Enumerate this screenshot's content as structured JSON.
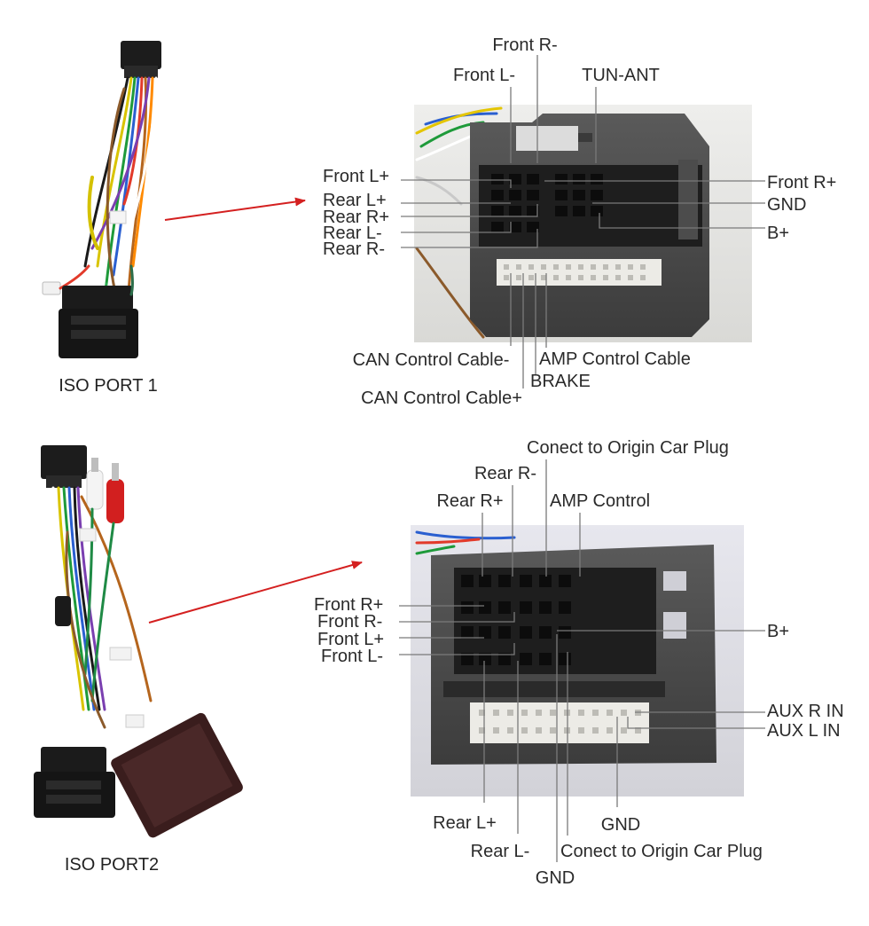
{
  "section_1": {
    "caption": "ISO PORT 1",
    "labels": {
      "front_r_minus": "Front R-",
      "front_l_minus": "Front L-",
      "tun_ant": "TUN-ANT",
      "front_l_plus": "Front L+",
      "rear_l_plus": "Rear L+",
      "rear_r_plus": "Rear R+",
      "rear_l_minus": "Rear L-",
      "rear_r_minus": "Rear R-",
      "front_r_plus": "Front R+",
      "gnd": "GND",
      "b_plus": "B+",
      "can_control_cable_minus": "CAN Control Cable-",
      "amp_control_cable": "AMP Control Cable",
      "brake": "BRAKE",
      "can_control_cable_plus": "CAN Control Cable+"
    }
  },
  "section_2": {
    "caption": "ISO PORT2",
    "labels": {
      "conect_to_origin_car_plug_top": "Conect to Origin Car Plug",
      "rear_r_minus": "Rear R-",
      "rear_r_plus": "Rear R+",
      "amp_control": "AMP Control",
      "front_r_plus": "Front R+",
      "front_r_minus": "Front R-",
      "front_l_plus": "Front L+",
      "front_l_minus": "Front L-",
      "b_plus": "B+",
      "aux_r_in": "AUX R IN",
      "aux_l_in": "AUX L IN",
      "rear_l_plus": "Rear L+",
      "gnd_right": "GND",
      "rear_l_minus": "Rear L-",
      "conect_to_origin_car_plug_bottom": "Conect to Origin Car Plug",
      "gnd_bottom": "GND"
    }
  },
  "colors": {
    "arrow": "#d42020",
    "leader_line": "#7a7a7a",
    "connector_body": "#4a4a4a",
    "pin_strip": "#ecebe6"
  }
}
